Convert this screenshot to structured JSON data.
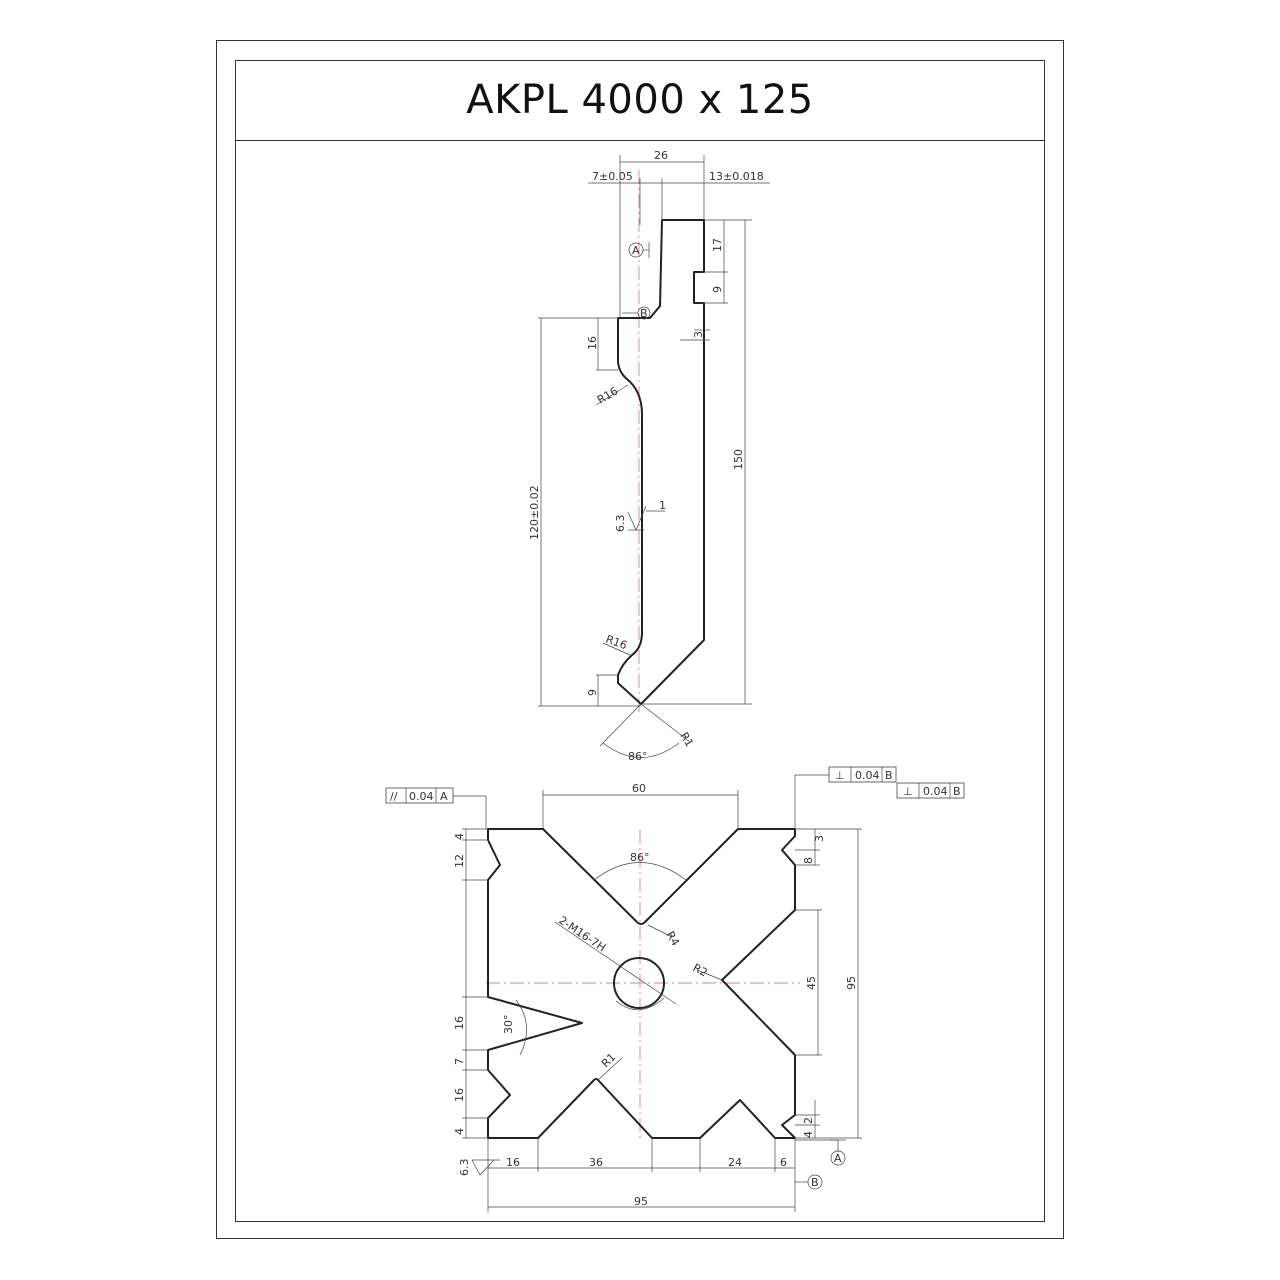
{
  "title": "AKPL 4000 x 125",
  "side_view": {
    "dims": {
      "width_top": "26",
      "offset_left": "7±0.05",
      "offset_right": "13±0.018",
      "height_17": "17",
      "slot_9": "9",
      "slot_3": "3",
      "height_16": "16",
      "height_120": "120±0.02",
      "height_150": "150",
      "radius_upper": "R16",
      "radius_lower": "R16",
      "height_9_bottom": "9",
      "tip_angle": "86°",
      "tip_radius": "R1",
      "roughness": "6.3",
      "roughness_dim": "1"
    },
    "datum_a": "A",
    "datum_b": "B"
  },
  "block_view": {
    "dims": {
      "top_60": "60",
      "angle_top": "86°",
      "radius_r4": "R4",
      "thread": "2-M16-7H",
      "radius_r2": "R2",
      "height_45": "45",
      "height_95": "95",
      "angle_30": "30°",
      "radius_r1": "R1",
      "left_4_top": "4",
      "left_12": "12",
      "left_16_a": "16",
      "left_7": "7",
      "left_16_b": "16",
      "left_4_bottom": "4",
      "right_8": "8",
      "right_3": "3",
      "right_2": "2",
      "right_4": "4",
      "bottom_16": "16",
      "bottom_36": "36",
      "bottom_24": "24",
      "bottom_6": "6",
      "width_95": "95",
      "roughness": "6.3"
    },
    "tolerances": {
      "parallel": {
        "symbol": "//",
        "value": "0.04",
        "datum": "A"
      },
      "perp_1": {
        "symbol": "⊥",
        "value": "0.04",
        "datum": "B"
      },
      "perp_2": {
        "symbol": "⊥",
        "value": "0.04",
        "datum": "B"
      }
    },
    "datum_a": "A",
    "datum_b": "B"
  }
}
